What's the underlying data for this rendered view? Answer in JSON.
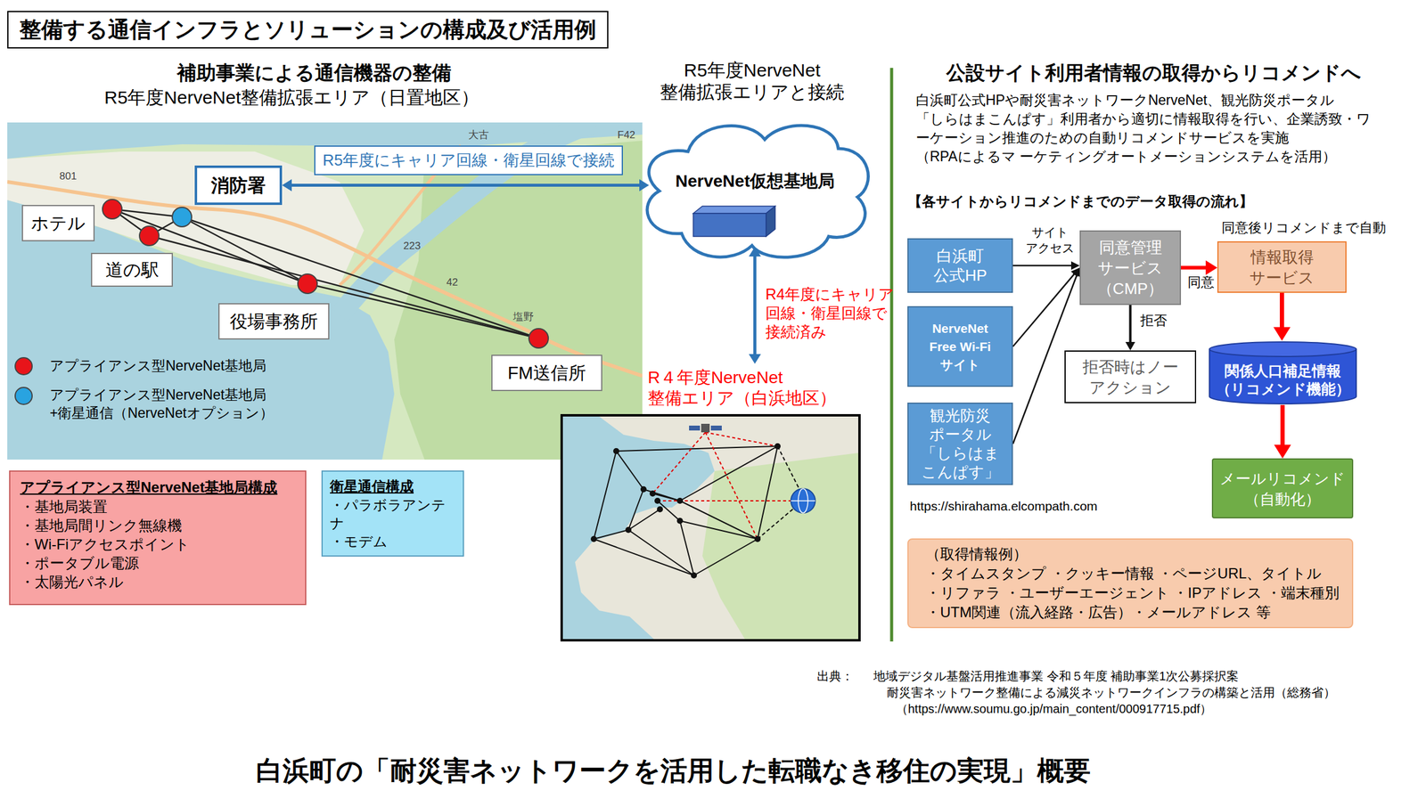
{
  "diagram": {
    "title": "整備する通信インフラとソリューションの構成及び活用例",
    "caption": "白浜町の「耐災害ネットワークを活用した転職なき移住の実現」概要",
    "nodes": [
      {
        "text": [
          "消防署"
        ]
      },
      {
        "text": [
          "ホテル"
        ]
      },
      {
        "text": [
          "道の駅"
        ]
      },
      {
        "text": [
          "役場事務所"
        ]
      },
      {
        "text": [
          "FM送信所"
        ]
      },
      {
        "text": [
          "NerveNet仮想基地局"
        ]
      },
      {
        "text": [
          "R４年度NerveNet 整備エリア（白浜地区）"
        ]
      },
      {
        "text": [
          "アプライアンス型NerveNet基地局構成",
          "・基地局装置",
          "・基地局間リンク無線機",
          "・Wi-Fiアクセスポイント",
          "・ポータブル電源",
          "・太陽光パネル"
        ]
      },
      {
        "text": [
          "衛星通信構成",
          "・パラボラアンテナ",
          "・モデム"
        ]
      },
      {
        "text": [
          "白浜町 公式HP"
        ]
      },
      {
        "text": [
          "NerveNet Free Wi-Fi サイト"
        ]
      },
      {
        "text": [
          "観光防災 ポータル 「しらはま こんぱす」"
        ]
      },
      {
        "text": [
          "同意管理 サービス （CMP）"
        ]
      },
      {
        "text": [
          "情報取得 サービス"
        ]
      },
      {
        "text": [
          "拒否時はノー アクション"
        ]
      },
      {
        "text": [
          "関係人口補足情報 （リコメンド機能）"
        ]
      },
      {
        "text": [
          "メールリコメンド （自動化）"
        ]
      },
      {
        "text": [
          "（取得情報例）",
          "・タイムスタンプ ・クッキー情報 ・ページURL、タイトル",
          "・リファラ ・ユーザーエージェント ・IPアドレス ・端末種別",
          "・UTM関連（流入経路・広告）・メールアドレス 等"
        ]
      }
    ],
    "edges": [
      {
        "from": 0,
        "to": 5,
        "label": "R5年度にキャリア回線・衛星回線で接続",
        "arrow": "both"
      },
      {
        "from": 5,
        "to": 6,
        "label": "R4年度にキャリア 回線・衛星回線で 接続済み",
        "arrow": "both"
      },
      {
        "from": 9,
        "to": 12,
        "arrow": "to"
      },
      {
        "from": 10,
        "to": 12,
        "arrow": "to"
      },
      {
        "from": 11,
        "to": 12,
        "arrow": "to"
      },
      {
        "from": 12,
        "to": 13,
        "label": "同意",
        "arrow": "to"
      },
      {
        "from": 12,
        "to": 14,
        "label": "拒否",
        "arrow": "to"
      },
      {
        "from": 13,
        "to": 15,
        "arrow": "to"
      },
      {
        "from": 15,
        "to": 16,
        "arrow": "to"
      }
    ],
    "labels": [
      "補助事業による通信機器の整備",
      "R5年度NerveNet整備拡張エリア（日置地区）",
      "R5年度NerveNet 整備拡張エリアと接続",
      "公設サイト利用者情報の取得からリコメンドへ",
      "白浜町公式HPや耐災害ネットワークNerveNet、観光防災ポータル 「しらはまこんぱす」利用者から適切に情報取得を行い、企業誘致・ワ ーケーション推進のための自動リコメンドサービスを実施（RPAによるマ ーケティングオートメーションシステムを活用）",
      "【各サイトからリコメンドまでのデータ取得の流れ】",
      "サイト アクセス",
      "同意後リコメンドまで自動",
      "https://shirahama.elcompath.com",
      "出典：",
      "地域デジタル基盤活用推進事業 令和５年度 補助事業1次公募採択案",
      "耐災害ネットワーク整備による減災ネットワークインフラの構築と活用（総務省）",
      "（https://www.soumu.go.jp/main_content/000917715.pdf）",
      "大古",
      "塩野",
      "801",
      "223",
      "42",
      "F42"
    ],
    "legend": [
      {
        "text": "アプライアンス型NerveNet基地局",
        "color": "#e8141a"
      },
      {
        "text": "アプライアンス型NerveNet基地局 +衛星通信（NerveNetオプション）",
        "color": "#29a3e0"
      }
    ]
  }
}
